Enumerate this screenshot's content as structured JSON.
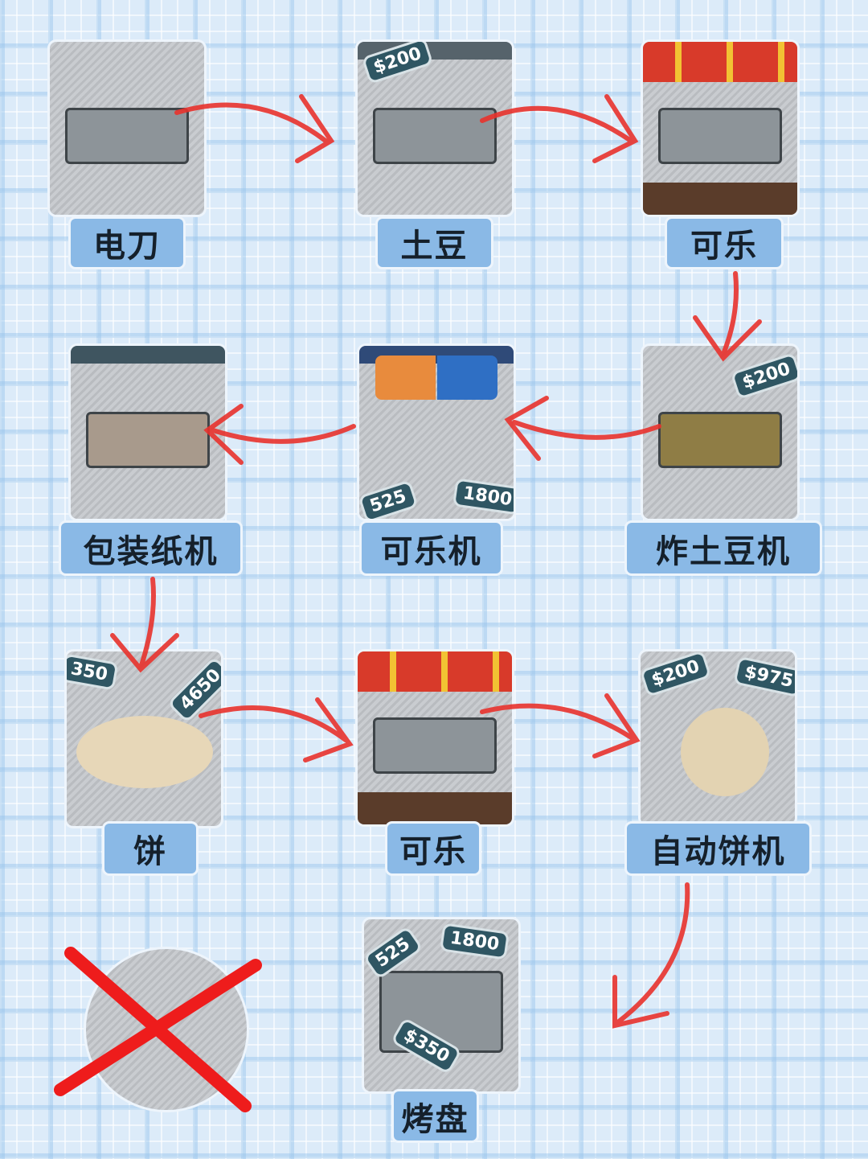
{
  "colors": {
    "background": "#dcebf9",
    "label_bg": "#8ab9e6",
    "arrow": "#e8322c",
    "cross": "#ee1c1c",
    "tag_bg": "#2f5663"
  },
  "steps": [
    {
      "label": "电刀",
      "tags": []
    },
    {
      "label": "土豆",
      "tags": [
        "$200"
      ]
    },
    {
      "label": "可乐",
      "tags": []
    },
    {
      "label": "包装纸机",
      "tags": []
    },
    {
      "label": "可乐机",
      "tags": [
        "525",
        "1800"
      ]
    },
    {
      "label": "炸土豆机",
      "tags": [
        "$200"
      ]
    },
    {
      "label": "饼",
      "tags": [
        "350",
        "4650"
      ]
    },
    {
      "label": "可乐",
      "tags": []
    },
    {
      "label": "自动饼机",
      "tags": [
        "$200",
        "$975"
      ]
    },
    {
      "label": "烤盘",
      "tags": [
        "525",
        "1800",
        "$350"
      ]
    }
  ],
  "crossed_item": {
    "icon": "crossed-out-icon"
  }
}
